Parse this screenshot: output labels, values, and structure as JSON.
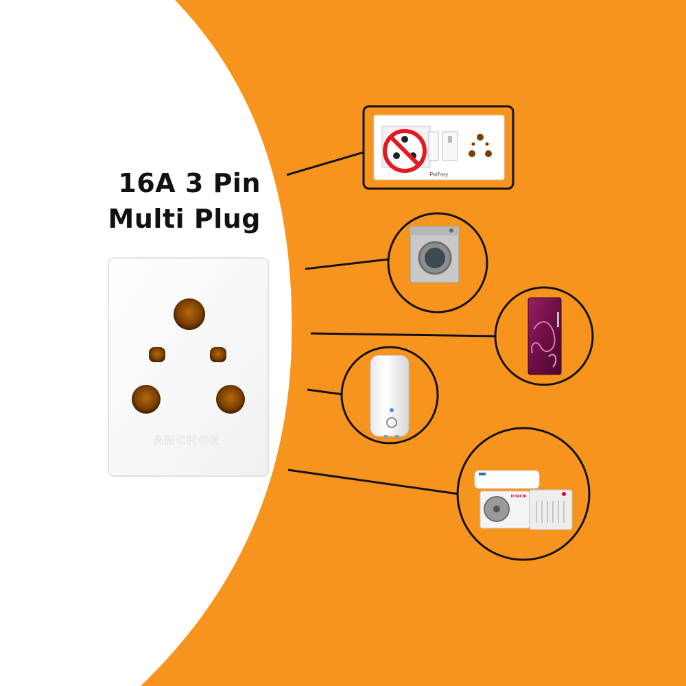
{
  "product": {
    "title_line1": "16A 3 Pin",
    "title_line2": "Multi Plug",
    "socket_brand": "ANCHOR"
  },
  "appliances": [
    {
      "icon": "switchboard-with-prohibited-socket-icon",
      "brand_text": "Palfrey"
    },
    {
      "icon": "washing-machine-icon"
    },
    {
      "icon": "refrigerator-icon"
    },
    {
      "icon": "water-heater-icon"
    },
    {
      "icon": "air-conditioner-icon",
      "brand_text": "HITACHI"
    }
  ],
  "colors": {
    "background_orange": "#F7941D",
    "panel_white": "#FFFFFF",
    "outline": "#111111",
    "prohibition_red": "#E11B22",
    "socket_hole": "#7A3E00"
  }
}
